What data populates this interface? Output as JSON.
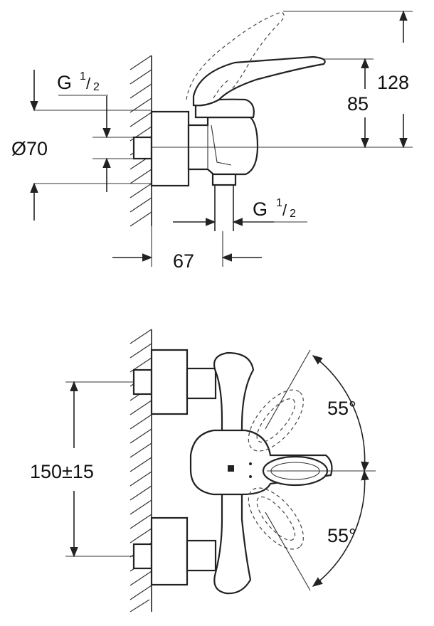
{
  "labels": {
    "thread_top_main": "G",
    "thread_top_num": "1",
    "thread_top_den": "2",
    "diameter": "Ø70",
    "depth": "67",
    "thread_bottom_main": "G",
    "thread_bottom_num": "1",
    "thread_bottom_den": "2",
    "height_total": "128",
    "height_spout": "85",
    "spacing": "150±15",
    "angle_upper": "55°",
    "angle_lower": "55°"
  }
}
